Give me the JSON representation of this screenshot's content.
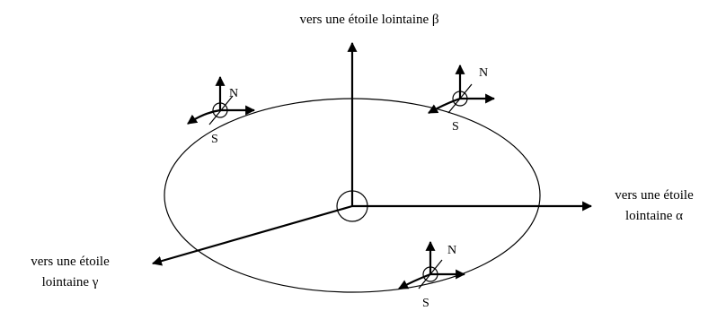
{
  "labels": {
    "beta": "vers une étoile lointaine β",
    "alpha_line1": "vers une étoile",
    "alpha_line2": "lointaine α",
    "gamma_line1": "vers une étoile",
    "gamma_line2": "lointaine γ"
  },
  "poles": {
    "north": "N",
    "south": "S"
  }
}
